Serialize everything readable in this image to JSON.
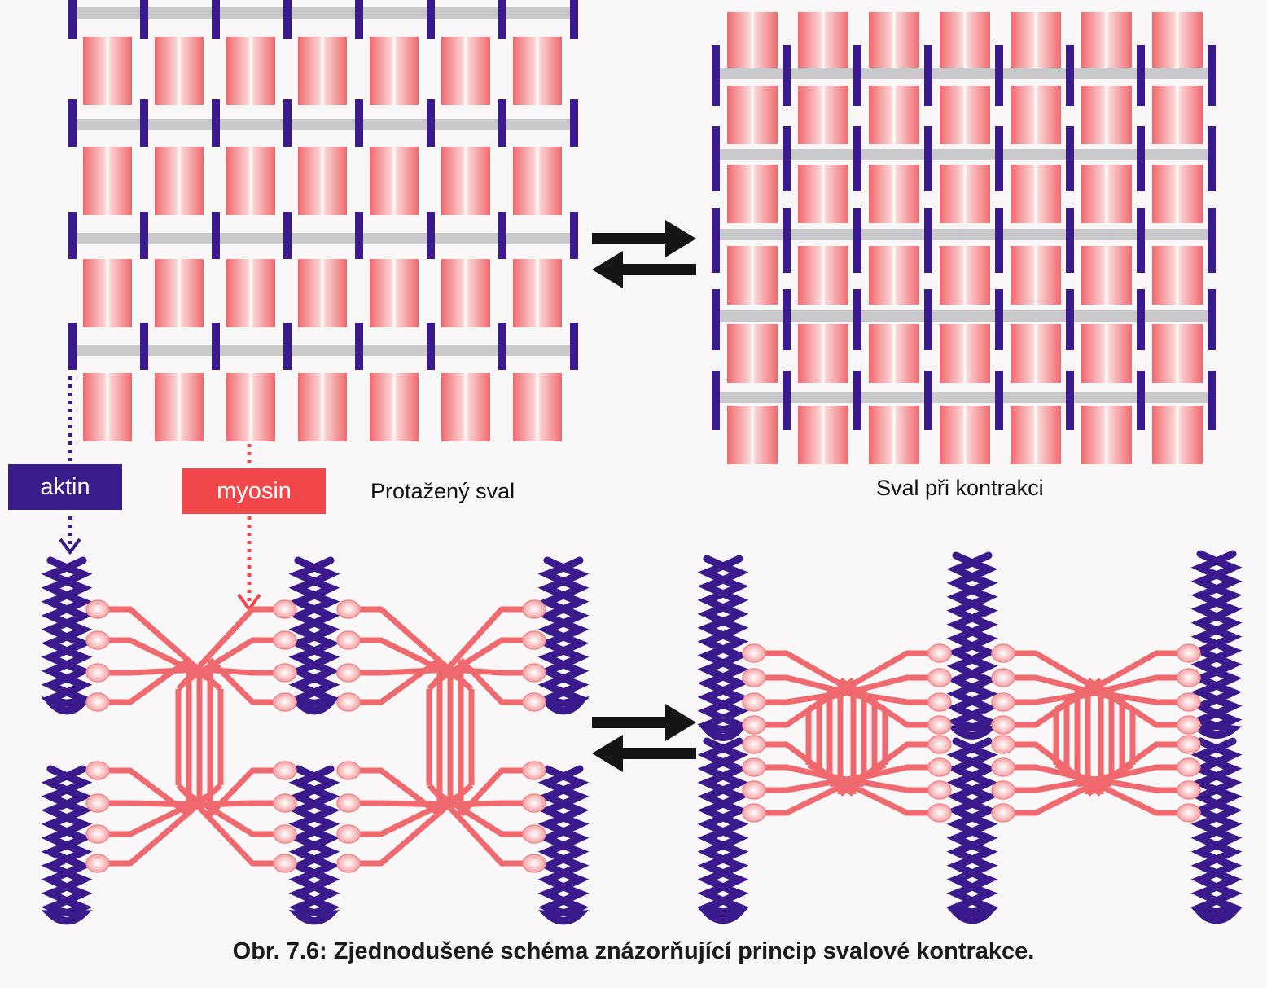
{
  "labels": {
    "actin": "aktin",
    "myosin": "myosin",
    "stretched": "Protažený sval",
    "contracted": "Sval při kontrakci"
  },
  "caption": "Obr. 7.6: Zjednodušené schéma znázorňující princip svalové kontrakce.",
  "colors": {
    "actin": "#3a1a8c",
    "myosin": "#f0696e",
    "myosin_light": "#f6a2a5",
    "actin_label_bg": "#3a1c8a",
    "myosin_label_bg": "#f2464a",
    "grey_band": "#c9c9cc",
    "arrow": "#151515"
  },
  "icons": [
    "reversible-arrow-icon",
    "reversible-arrow-icon"
  ]
}
